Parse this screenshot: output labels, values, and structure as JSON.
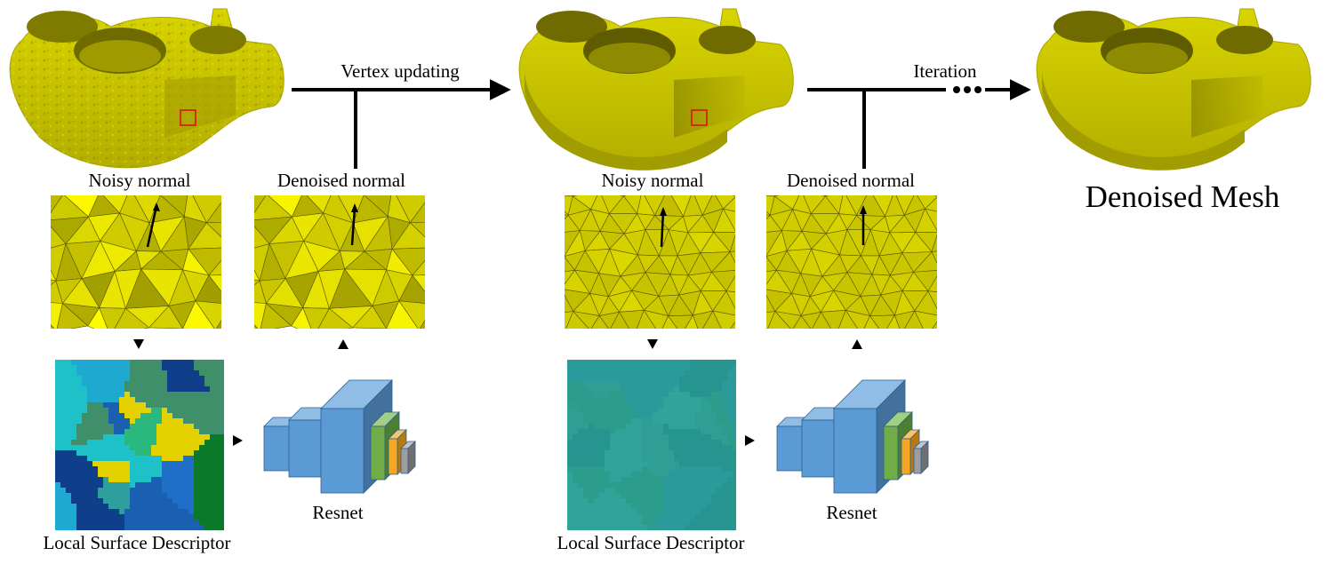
{
  "labels": {
    "vertex_updating": "Vertex updating",
    "iteration": "Iteration",
    "noisy_normal": "Noisy normal",
    "denoised_normal": "Denoised normal",
    "local_surface_descriptor": "Local Surface Descriptor",
    "resnet": "Resnet",
    "denoised_mesh": "Denoised Mesh"
  },
  "colors": {
    "mesh_yellow": "#c9c400",
    "mesh_dark": "#9a9600",
    "mesh_shadow": "#6e6a00",
    "patch_yellow": "#cfcb00",
    "patch_line": "#5a5800",
    "red_marker": "#e01010",
    "arrow": "#000000",
    "net_blue": "#5b9bd5",
    "net_blue_dark": "#41719c",
    "net_green": "#70ad47",
    "net_orange": "#f5a623",
    "net_gray": "#9e9e9e",
    "descriptor_teal": "#2a9a9a"
  },
  "icons": {
    "stage1_mesh": "noisy-mesh-icon",
    "stage2_mesh": "partially-denoised-mesh-icon",
    "final_mesh": "denoised-mesh-icon",
    "network": "resnet-network-icon",
    "ellipsis": "ellipsis-dots-icon"
  }
}
